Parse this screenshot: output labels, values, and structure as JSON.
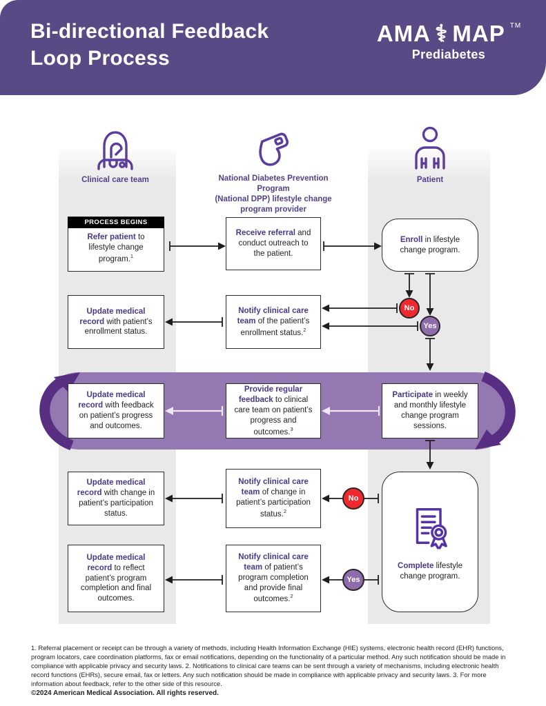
{
  "header": {
    "title_line1": "Bi-directional Feedback",
    "title_line2": "Loop Process",
    "logo": {
      "ama": "AMA",
      "map": "MAP",
      "tm": "TM",
      "sub": "Prediabetes"
    }
  },
  "columns": [
    {
      "label": "Clinical care team",
      "icon": "clinician-icon"
    },
    {
      "label_lines": [
        "National Diabetes Prevention Program",
        "(National DPP) lifestyle change",
        "program provider"
      ],
      "icon": "whistle-icon"
    },
    {
      "label": "Patient",
      "icon": "person-icon"
    }
  ],
  "process_begins_label": "PROCESS BEGINS",
  "boxes": {
    "refer": {
      "strong": "Refer patient",
      "rest": "to lifestyle change program.",
      "sup": "1"
    },
    "receive": {
      "strong": "Receive referral",
      "rest": "and conduct outreach to the patient."
    },
    "enroll": {
      "strong": "Enroll",
      "rest": "in lifestyle change program."
    },
    "update_enroll": {
      "strong": "Update medical record",
      "rest": "with patient’s enrollment status."
    },
    "notify_enroll": {
      "strong": "Notify clinical care team",
      "rest": "of the patient’s enrollment status.",
      "sup": "2"
    },
    "update_fb": {
      "strong": "Update medical record",
      "rest": "with feedback on patient’s progress and outcomes."
    },
    "provide_fb": {
      "strong": "Provide regular feedback",
      "rest": "to clinical care team on patient’s progress and outcomes.",
      "sup": "3"
    },
    "participate": {
      "strong": "Participate",
      "rest": "in weekly and monthly lifestyle change program sessions."
    },
    "update_part": {
      "strong": "Update medical record",
      "rest": "with change in patient’s participation status."
    },
    "notify_part": {
      "strong": "Notify clinical care team",
      "rest": "of change in patient’s participation status.",
      "sup": "2"
    },
    "update_comp": {
      "strong": "Update medical record",
      "rest": "to reflect patient’s program completion and final outcomes."
    },
    "notify_comp": {
      "strong": "Notify clinical care team",
      "rest": "of patient’s program completion and provide final outcomes.",
      "sup": "2"
    },
    "complete": {
      "strong": "Complete",
      "rest": "lifestyle change program."
    }
  },
  "badges": {
    "no": "No",
    "yes": "Yes"
  },
  "colors": {
    "header_purple": "#594a86",
    "loop_band_purple": "#9478b2",
    "loop_arrow_purple": "#582e82",
    "accent_text_purple": "#453a8c",
    "column_label_purple": "#53418c",
    "icon_purple": "#5b3da0",
    "no_red": "#ee2a2e",
    "yes_purple": "#8d6cab",
    "column_band_gray": "#e9e9ea"
  },
  "footnotes": "1. Referral placement or receipt can be through a variety of methods, including Health Information Exchange (HIE) systems, electronic health record (EHR) functions, program locators, care coordination platforms, fax or email notifications, depending on the functionality of a particular method. Any such notification should be made in compliance with applicable privacy and security laws. 2. Notifications to clinical care teams can be sent through a variety of mechanisms, including electronic health record functions (EHRs), secure email, fax or letters. Any such notification should be made in compliance with applicable privacy and security laws. 3. For more information about feedback, refer to the other side of this resource.",
  "copyright": "©2024 American Medical Association. All rights reserved."
}
